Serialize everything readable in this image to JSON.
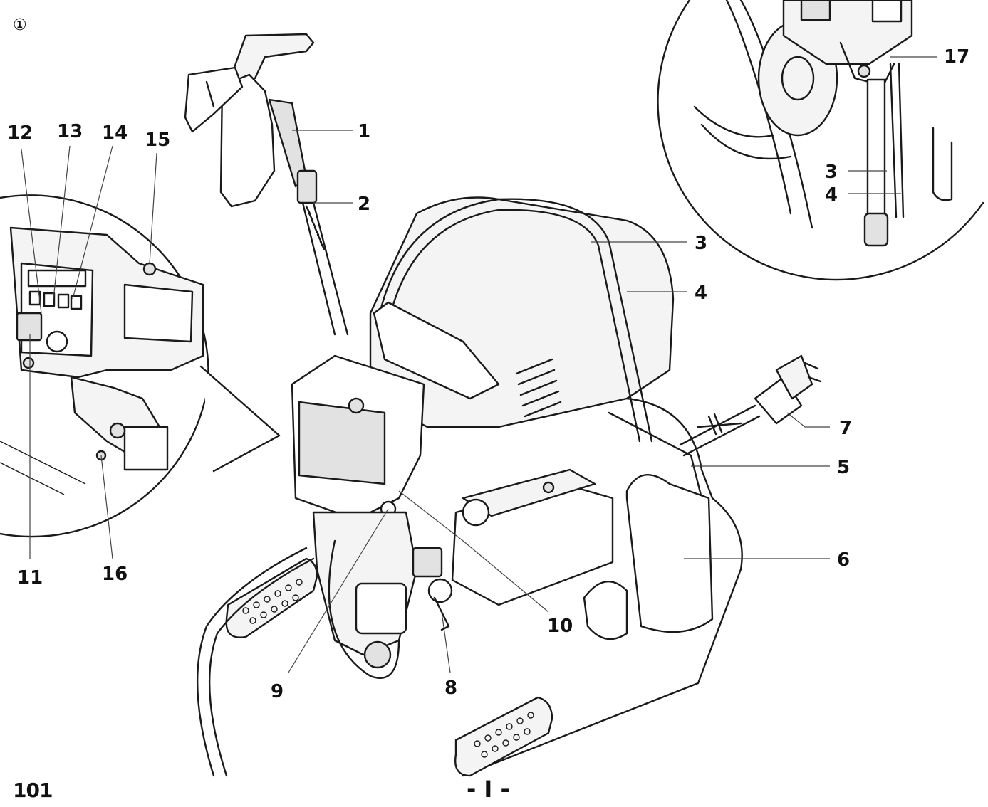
{
  "figure": {
    "number_mark": "①",
    "page_number": "101",
    "page_separator": "- I -"
  },
  "callouts": [
    {
      "id": "1",
      "text": "1"
    },
    {
      "id": "2",
      "text": "2"
    },
    {
      "id": "3",
      "text": "3"
    },
    {
      "id": "4",
      "text": "4"
    },
    {
      "id": "5",
      "text": "5"
    },
    {
      "id": "6",
      "text": "6"
    },
    {
      "id": "7",
      "text": "7"
    },
    {
      "id": "8",
      "text": "8"
    },
    {
      "id": "9",
      "text": "9"
    },
    {
      "id": "10",
      "text": "10"
    },
    {
      "id": "11",
      "text": "11"
    },
    {
      "id": "12",
      "text": "12"
    },
    {
      "id": "13",
      "text": "13"
    },
    {
      "id": "14",
      "text": "14"
    },
    {
      "id": "15",
      "text": "15"
    },
    {
      "id": "16",
      "text": "16"
    },
    {
      "id": "17",
      "text": "17"
    },
    {
      "id": "3b",
      "text": "3"
    },
    {
      "id": "4b",
      "text": "4"
    }
  ]
}
